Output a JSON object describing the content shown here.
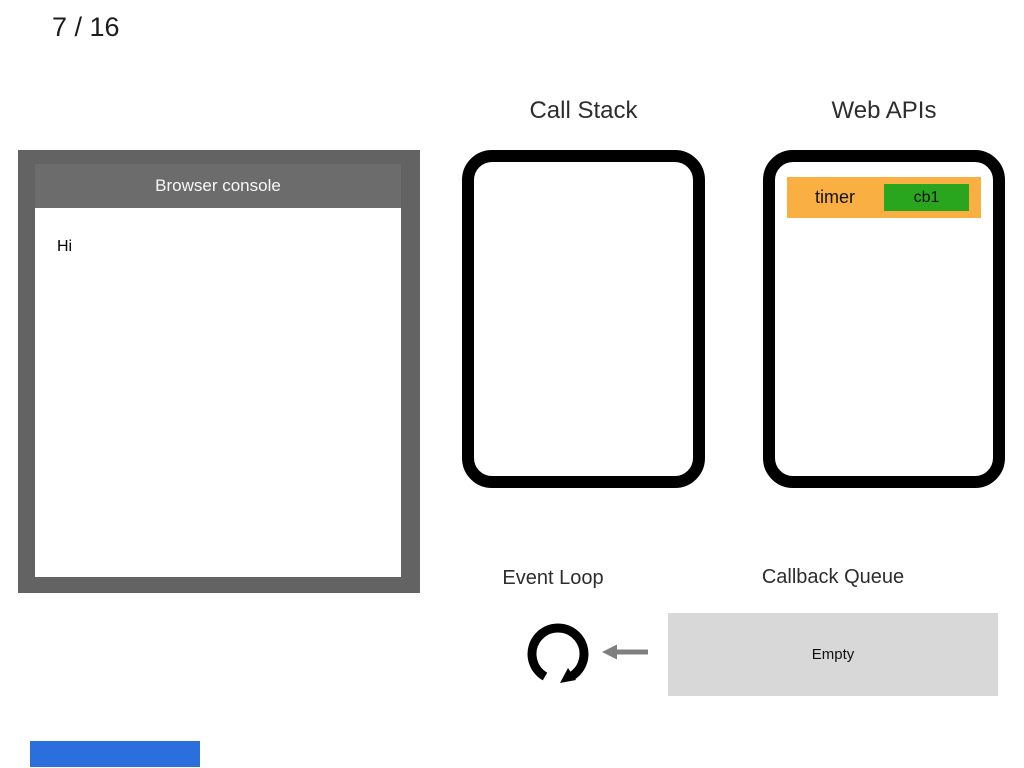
{
  "page": {
    "counter": "7 / 16"
  },
  "console": {
    "title": "Browser console",
    "log_lines": [
      "Hi"
    ]
  },
  "call_stack": {
    "title": "Call Stack",
    "frames": []
  },
  "web_apis": {
    "title": "Web APIs",
    "tasks": [
      {
        "label": "timer",
        "callback": "cb1"
      }
    ]
  },
  "event_loop": {
    "title": "Event Loop"
  },
  "callback_queue": {
    "title": "Callback Queue",
    "status": "Empty"
  },
  "icons": {
    "event_loop": "loop-cycle-icon",
    "queue_to_loop": "arrow-left-icon"
  },
  "colors": {
    "console_frame": "#636363",
    "console_header": "#6c6c6c",
    "task_bar": "#f9af41",
    "callback_badge": "#29a51e",
    "queue_box": "#d8d8d8",
    "flow_arrow": "#7f7f7f",
    "progress_bar": "#2a6fdb",
    "box_border": "#000000"
  }
}
